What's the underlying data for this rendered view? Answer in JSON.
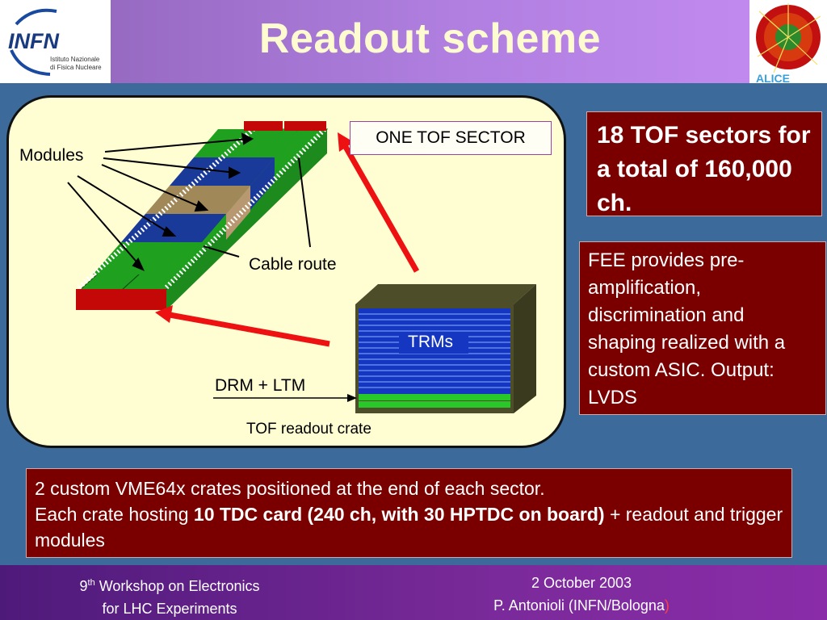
{
  "header": {
    "title": "Readout scheme",
    "logo_text": "INFN",
    "logo_sub_1": "Istituto Nazionale",
    "logo_sub_2": "di Fisica Nucleare",
    "alice_text": "ALICE"
  },
  "diagram": {
    "modules_label": "Modules",
    "sector_label": "ONE TOF SECTOR",
    "cable_route_label": "Cable route",
    "trms_label": "TRMs",
    "drm_label": "DRM + LTM",
    "crate_label": "TOF readout crate"
  },
  "info_boxes": {
    "sectors_text": "18 TOF sectors for a total of 160,000 ch.",
    "fee_text": "FEE provides pre-amplification, discrimination and shaping realized with a custom ASIC. Output: LVDS",
    "crates_line1": "2 custom VME64x crates positioned at the end of each sector.",
    "crates_line2_prefix": "Each crate hosting ",
    "crates_line2_bold": "10 TDC card (240 ch, with 30 HPTDC on board)",
    "crates_line2_suffix": " + readout and trigger modules"
  },
  "footer": {
    "workshop_num": "9",
    "workshop_sup": "th",
    "workshop_line1": " Workshop on Electronics",
    "workshop_line2": "for LHC Experiments",
    "date": "2 October 2003",
    "author_prefix": "P. Antonioli (INFN/Bologna",
    "author_suffix": ")"
  },
  "colors": {
    "header_gradient_start": "#8f63b8",
    "title_color": "#fffbd0",
    "dark_box": "#7a0000",
    "page_background": "#3c6a9a",
    "arrow_red": "#ee1111"
  }
}
